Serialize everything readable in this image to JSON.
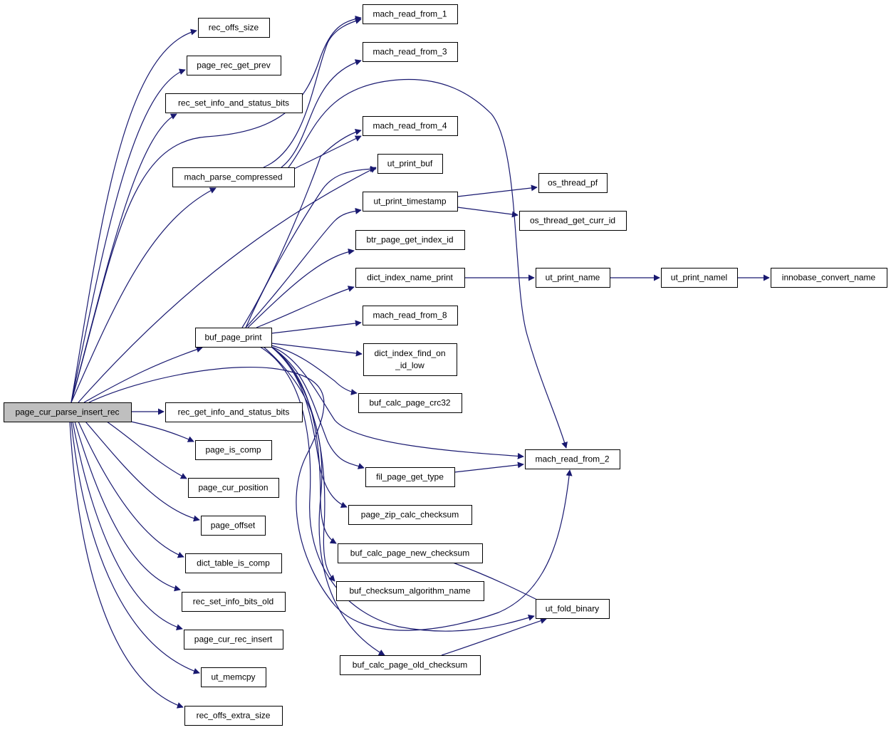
{
  "colors": {
    "edge": "#191970",
    "root_fill": "#bfbfbf",
    "node_fill": "#ffffff",
    "border": "#000000"
  },
  "nodes": [
    {
      "id": "page_cur_parse_insert_rec",
      "lines": [
        "page_cur_parse_insert_rec"
      ],
      "root": true
    },
    {
      "id": "rec_offs_size",
      "lines": [
        "rec_offs_size"
      ]
    },
    {
      "id": "page_rec_get_prev",
      "lines": [
        "page_rec_get_prev"
      ]
    },
    {
      "id": "rec_set_info_and_status_bits",
      "lines": [
        "rec_set_info_and_status_bits"
      ]
    },
    {
      "id": "mach_parse_compressed",
      "lines": [
        "mach_parse_compressed"
      ]
    },
    {
      "id": "buf_page_print",
      "lines": [
        "buf_page_print"
      ]
    },
    {
      "id": "rec_get_info_and_status_bits",
      "lines": [
        "rec_get_info_and_status_bits"
      ]
    },
    {
      "id": "page_is_comp",
      "lines": [
        "page_is_comp"
      ]
    },
    {
      "id": "page_cur_position",
      "lines": [
        "page_cur_position"
      ]
    },
    {
      "id": "page_offset",
      "lines": [
        "page_offset"
      ]
    },
    {
      "id": "dict_table_is_comp",
      "lines": [
        "dict_table_is_comp"
      ]
    },
    {
      "id": "rec_set_info_bits_old",
      "lines": [
        "rec_set_info_bits_old"
      ]
    },
    {
      "id": "page_cur_rec_insert",
      "lines": [
        "page_cur_rec_insert"
      ]
    },
    {
      "id": "ut_memcpy",
      "lines": [
        "ut_memcpy"
      ]
    },
    {
      "id": "rec_offs_extra_size",
      "lines": [
        "rec_offs_extra_size"
      ]
    },
    {
      "id": "mach_read_from_1",
      "lines": [
        "mach_read_from_1"
      ]
    },
    {
      "id": "mach_read_from_3",
      "lines": [
        "mach_read_from_3"
      ]
    },
    {
      "id": "mach_read_from_4",
      "lines": [
        "mach_read_from_4"
      ]
    },
    {
      "id": "ut_print_buf",
      "lines": [
        "ut_print_buf"
      ]
    },
    {
      "id": "ut_print_timestamp",
      "lines": [
        "ut_print_timestamp"
      ]
    },
    {
      "id": "btr_page_get_index_id",
      "lines": [
        "btr_page_get_index_id"
      ]
    },
    {
      "id": "dict_index_name_print",
      "lines": [
        "dict_index_name_print"
      ]
    },
    {
      "id": "mach_read_from_8",
      "lines": [
        "mach_read_from_8"
      ]
    },
    {
      "id": "dict_index_find_on_id_low",
      "lines": [
        "dict_index_find_on",
        "_id_low"
      ]
    },
    {
      "id": "buf_calc_page_crc32",
      "lines": [
        "buf_calc_page_crc32"
      ]
    },
    {
      "id": "fil_page_get_type",
      "lines": [
        "fil_page_get_type"
      ]
    },
    {
      "id": "page_zip_calc_checksum",
      "lines": [
        "page_zip_calc_checksum"
      ]
    },
    {
      "id": "buf_calc_page_new_checksum",
      "lines": [
        "buf_calc_page_new_checksum"
      ]
    },
    {
      "id": "buf_checksum_algorithm_name",
      "lines": [
        "buf_checksum_algorithm_name"
      ]
    },
    {
      "id": "buf_calc_page_old_checksum",
      "lines": [
        "buf_calc_page_old_checksum"
      ]
    },
    {
      "id": "os_thread_pf",
      "lines": [
        "os_thread_pf"
      ]
    },
    {
      "id": "os_thread_get_curr_id",
      "lines": [
        "os_thread_get_curr_id"
      ]
    },
    {
      "id": "ut_print_name",
      "lines": [
        "ut_print_name"
      ]
    },
    {
      "id": "ut_print_namel",
      "lines": [
        "ut_print_namel"
      ]
    },
    {
      "id": "innobase_convert_name",
      "lines": [
        "innobase_convert_name"
      ]
    },
    {
      "id": "mach_read_from_2",
      "lines": [
        "mach_read_from_2"
      ]
    },
    {
      "id": "ut_fold_binary",
      "lines": [
        "ut_fold_binary"
      ]
    }
  ],
  "edges": [
    {
      "from": "page_cur_parse_insert_rec",
      "to": "rec_offs_size"
    },
    {
      "from": "page_cur_parse_insert_rec",
      "to": "page_rec_get_prev"
    },
    {
      "from": "page_cur_parse_insert_rec",
      "to": "rec_set_info_and_status_bits"
    },
    {
      "from": "page_cur_parse_insert_rec",
      "to": "mach_read_from_1"
    },
    {
      "from": "page_cur_parse_insert_rec",
      "to": "mach_parse_compressed"
    },
    {
      "from": "page_cur_parse_insert_rec",
      "to": "ut_print_buf"
    },
    {
      "from": "page_cur_parse_insert_rec",
      "to": "buf_page_print"
    },
    {
      "from": "page_cur_parse_insert_rec",
      "to": "mach_read_from_2"
    },
    {
      "from": "page_cur_parse_insert_rec",
      "to": "rec_get_info_and_status_bits"
    },
    {
      "from": "page_cur_parse_insert_rec",
      "to": "page_is_comp"
    },
    {
      "from": "page_cur_parse_insert_rec",
      "to": "page_cur_position"
    },
    {
      "from": "page_cur_parse_insert_rec",
      "to": "page_offset"
    },
    {
      "from": "page_cur_parse_insert_rec",
      "to": "dict_table_is_comp"
    },
    {
      "from": "page_cur_parse_insert_rec",
      "to": "rec_set_info_bits_old"
    },
    {
      "from": "page_cur_parse_insert_rec",
      "to": "page_cur_rec_insert"
    },
    {
      "from": "page_cur_parse_insert_rec",
      "to": "ut_memcpy"
    },
    {
      "from": "page_cur_parse_insert_rec",
      "to": "rec_offs_extra_size"
    },
    {
      "from": "mach_parse_compressed",
      "to": "mach_read_from_1"
    },
    {
      "from": "mach_parse_compressed",
      "to": "mach_read_from_3"
    },
    {
      "from": "mach_parse_compressed",
      "to": "mach_read_from_4"
    },
    {
      "from": "mach_parse_compressed",
      "to": "mach_read_from_2"
    },
    {
      "from": "buf_page_print",
      "to": "mach_read_from_4"
    },
    {
      "from": "buf_page_print",
      "to": "ut_print_buf"
    },
    {
      "from": "buf_page_print",
      "to": "ut_print_timestamp"
    },
    {
      "from": "buf_page_print",
      "to": "btr_page_get_index_id"
    },
    {
      "from": "buf_page_print",
      "to": "dict_index_name_print"
    },
    {
      "from": "buf_page_print",
      "to": "mach_read_from_8"
    },
    {
      "from": "buf_page_print",
      "to": "dict_index_find_on_id_low"
    },
    {
      "from": "buf_page_print",
      "to": "buf_calc_page_crc32"
    },
    {
      "from": "buf_page_print",
      "to": "mach_read_from_2"
    },
    {
      "from": "buf_page_print",
      "to": "fil_page_get_type"
    },
    {
      "from": "buf_page_print",
      "to": "page_zip_calc_checksum"
    },
    {
      "from": "buf_page_print",
      "to": "buf_calc_page_new_checksum"
    },
    {
      "from": "buf_page_print",
      "to": "buf_checksum_algorithm_name"
    },
    {
      "from": "buf_page_print",
      "to": "buf_calc_page_old_checksum"
    },
    {
      "from": "buf_page_print",
      "to": "ut_fold_binary"
    },
    {
      "from": "ut_print_timestamp",
      "to": "os_thread_pf"
    },
    {
      "from": "ut_print_timestamp",
      "to": "os_thread_get_curr_id"
    },
    {
      "from": "dict_index_name_print",
      "to": "ut_print_name"
    },
    {
      "from": "ut_print_name",
      "to": "ut_print_namel"
    },
    {
      "from": "ut_print_namel",
      "to": "innobase_convert_name"
    },
    {
      "from": "fil_page_get_type",
      "to": "mach_read_from_2"
    },
    {
      "from": "buf_calc_page_new_checksum",
      "to": "ut_fold_binary"
    },
    {
      "from": "buf_calc_page_old_checksum",
      "to": "ut_fold_binary"
    }
  ]
}
